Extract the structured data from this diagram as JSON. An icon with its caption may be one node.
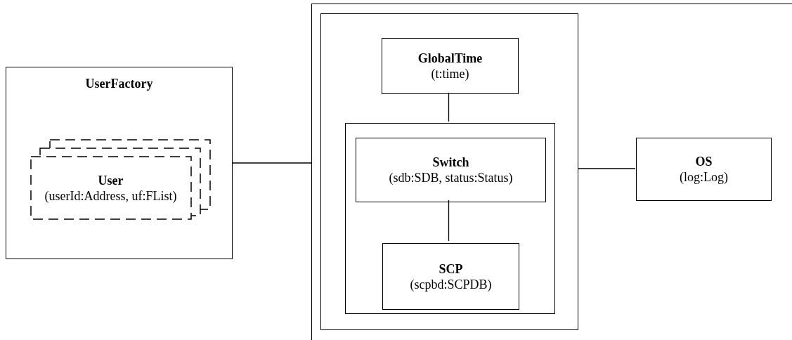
{
  "diagram": {
    "nodes": [
      {
        "text": [],
        "shape": "box"
      },
      {
        "text": [],
        "shape": "box",
        "in": 0
      },
      {
        "text": [
          "GlobalTime",
          "(t:time)"
        ],
        "in": 1
      },
      {
        "text": [],
        "shape": "box",
        "in": 1
      },
      {
        "text": [
          "Switch",
          "(sdb:SDB, status:Status)"
        ],
        "in": 3
      },
      {
        "text": [
          "SCP",
          "(scpbd:SCPDB)"
        ],
        "in": 3
      },
      {
        "text": [
          "UserFactory"
        ]
      },
      {
        "text": [
          "User",
          "(userId:Address, uf:FList)"
        ],
        "in": 6
      },
      {
        "text": [
          "OS",
          "(log:Log)"
        ],
        "in": 0
      }
    ],
    "edges": [
      {
        "from": 6,
        "to": 0,
        "arrow": "none"
      },
      {
        "from": 1,
        "to": 8,
        "arrow": "none"
      },
      {
        "from": 2,
        "to": 3,
        "arrow": "none"
      },
      {
        "from": 4,
        "to": 5,
        "arrow": "none"
      }
    ]
  }
}
